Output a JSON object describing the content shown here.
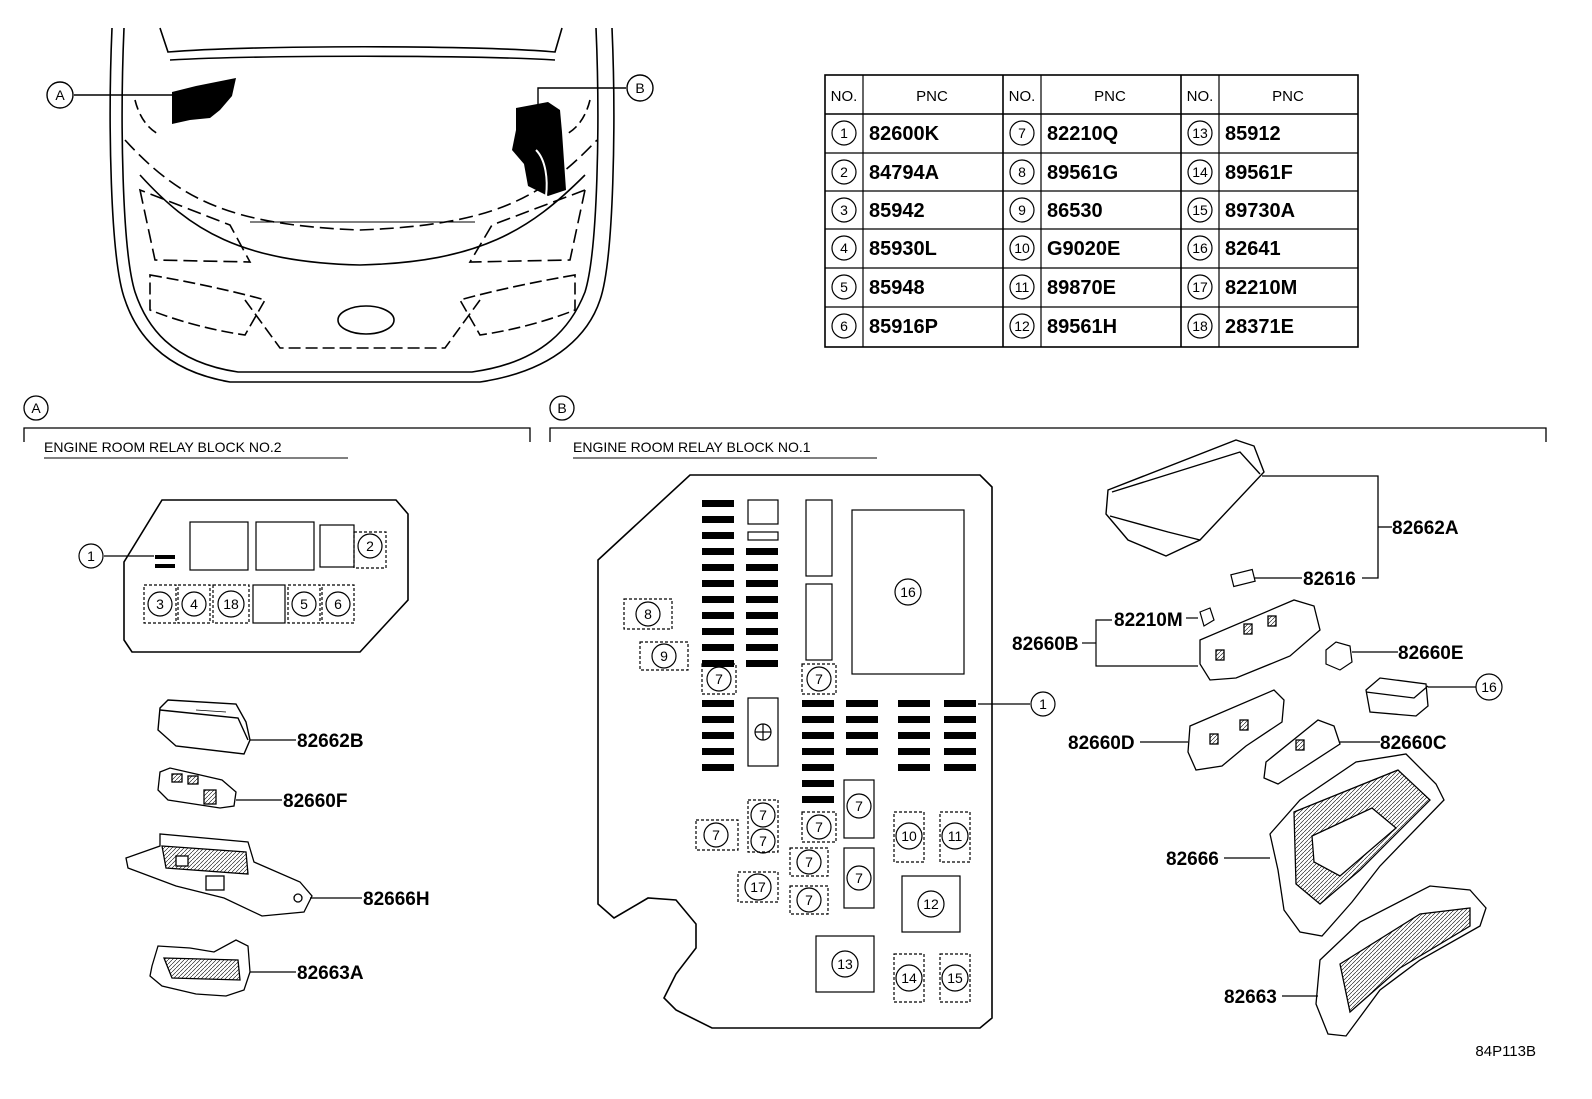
{
  "pnc_table": {
    "headers": [
      "NO.",
      "PNC",
      "NO.",
      "PNC",
      "NO.",
      "PNC"
    ],
    "rows": [
      [
        {
          "no": "1",
          "pnc": "82600K"
        },
        {
          "no": "7",
          "pnc": "82210Q"
        },
        {
          "no": "13",
          "pnc": "85912"
        }
      ],
      [
        {
          "no": "2",
          "pnc": "84794A"
        },
        {
          "no": "8",
          "pnc": "89561G"
        },
        {
          "no": "14",
          "pnc": "89561F"
        }
      ],
      [
        {
          "no": "3",
          "pnc": "85942"
        },
        {
          "no": "9",
          "pnc": "86530"
        },
        {
          "no": "15",
          "pnc": "89730A"
        }
      ],
      [
        {
          "no": "4",
          "pnc": "85930L"
        },
        {
          "no": "10",
          "pnc": "G9020E"
        },
        {
          "no": "16",
          "pnc": "82641"
        }
      ],
      [
        {
          "no": "5",
          "pnc": "85948"
        },
        {
          "no": "11",
          "pnc": "89870E"
        },
        {
          "no": "17",
          "pnc": "82210M"
        }
      ],
      [
        {
          "no": "6",
          "pnc": "85916P"
        },
        {
          "no": "12",
          "pnc": "89561H"
        },
        {
          "no": "18",
          "pnc": "28371E"
        }
      ]
    ]
  },
  "locations": {
    "a": "A",
    "b": "B"
  },
  "section_a": {
    "marker": "A",
    "title": "ENGINE ROOM RELAY BLOCK NO.2",
    "block_numbers": {
      "n1": "1",
      "n2": "2",
      "n3": "3",
      "n4": "4",
      "n18": "18",
      "n5": "5",
      "n6": "6"
    },
    "parts": {
      "p1": "82662B",
      "p2": "82660F",
      "p3": "82666H",
      "p4": "82663A"
    }
  },
  "section_b": {
    "marker": "B",
    "title": "ENGINE ROOM RELAY BLOCK NO.1",
    "block_numbers": {
      "n8": "8",
      "n9": "9",
      "n16": "16",
      "n7": "7",
      "n10": "10",
      "n11": "11",
      "n12": "12",
      "n13": "13",
      "n14": "14",
      "n15": "15",
      "n17": "17",
      "n1": "1"
    },
    "parts": {
      "p82662A": "82662A",
      "p82616": "82616",
      "p82210M": "82210M",
      "p82660B": "82660B",
      "p82660E": "82660E",
      "p16": "16",
      "p82660D": "82660D",
      "p82660C": "82660C",
      "p82666": "82666",
      "p82663": "82663"
    }
  },
  "diagram_code": "84P113B"
}
